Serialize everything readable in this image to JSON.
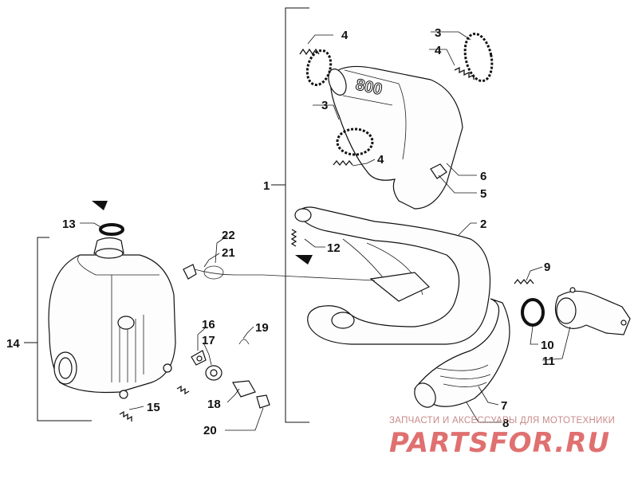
{
  "callouts": {
    "c1": "1",
    "c2": "2",
    "c3a": "3",
    "c3b": "3",
    "c4a": "4",
    "c4b": "4",
    "c4c": "4",
    "c5": "5",
    "c6": "6",
    "c7": "7",
    "c8": "8",
    "c9": "9",
    "c10": "10",
    "c11": "11",
    "c12": "12",
    "c13": "13",
    "c14": "14",
    "c15": "15",
    "c16": "16",
    "c17": "17",
    "c18": "18",
    "c19": "19",
    "c20": "20",
    "c21": "21",
    "c22": "22"
  },
  "muffler_shell_text": "800",
  "watermark": {
    "caption": "ЗАПЧАСТИ И АКСЕССУАРЫ ДЛЯ МОТОТЕХНИКИ",
    "logo": "PARTSFOR.RU"
  },
  "colors": {
    "line": "#111111",
    "watermark": "#e07070",
    "background": "#ffffff"
  }
}
